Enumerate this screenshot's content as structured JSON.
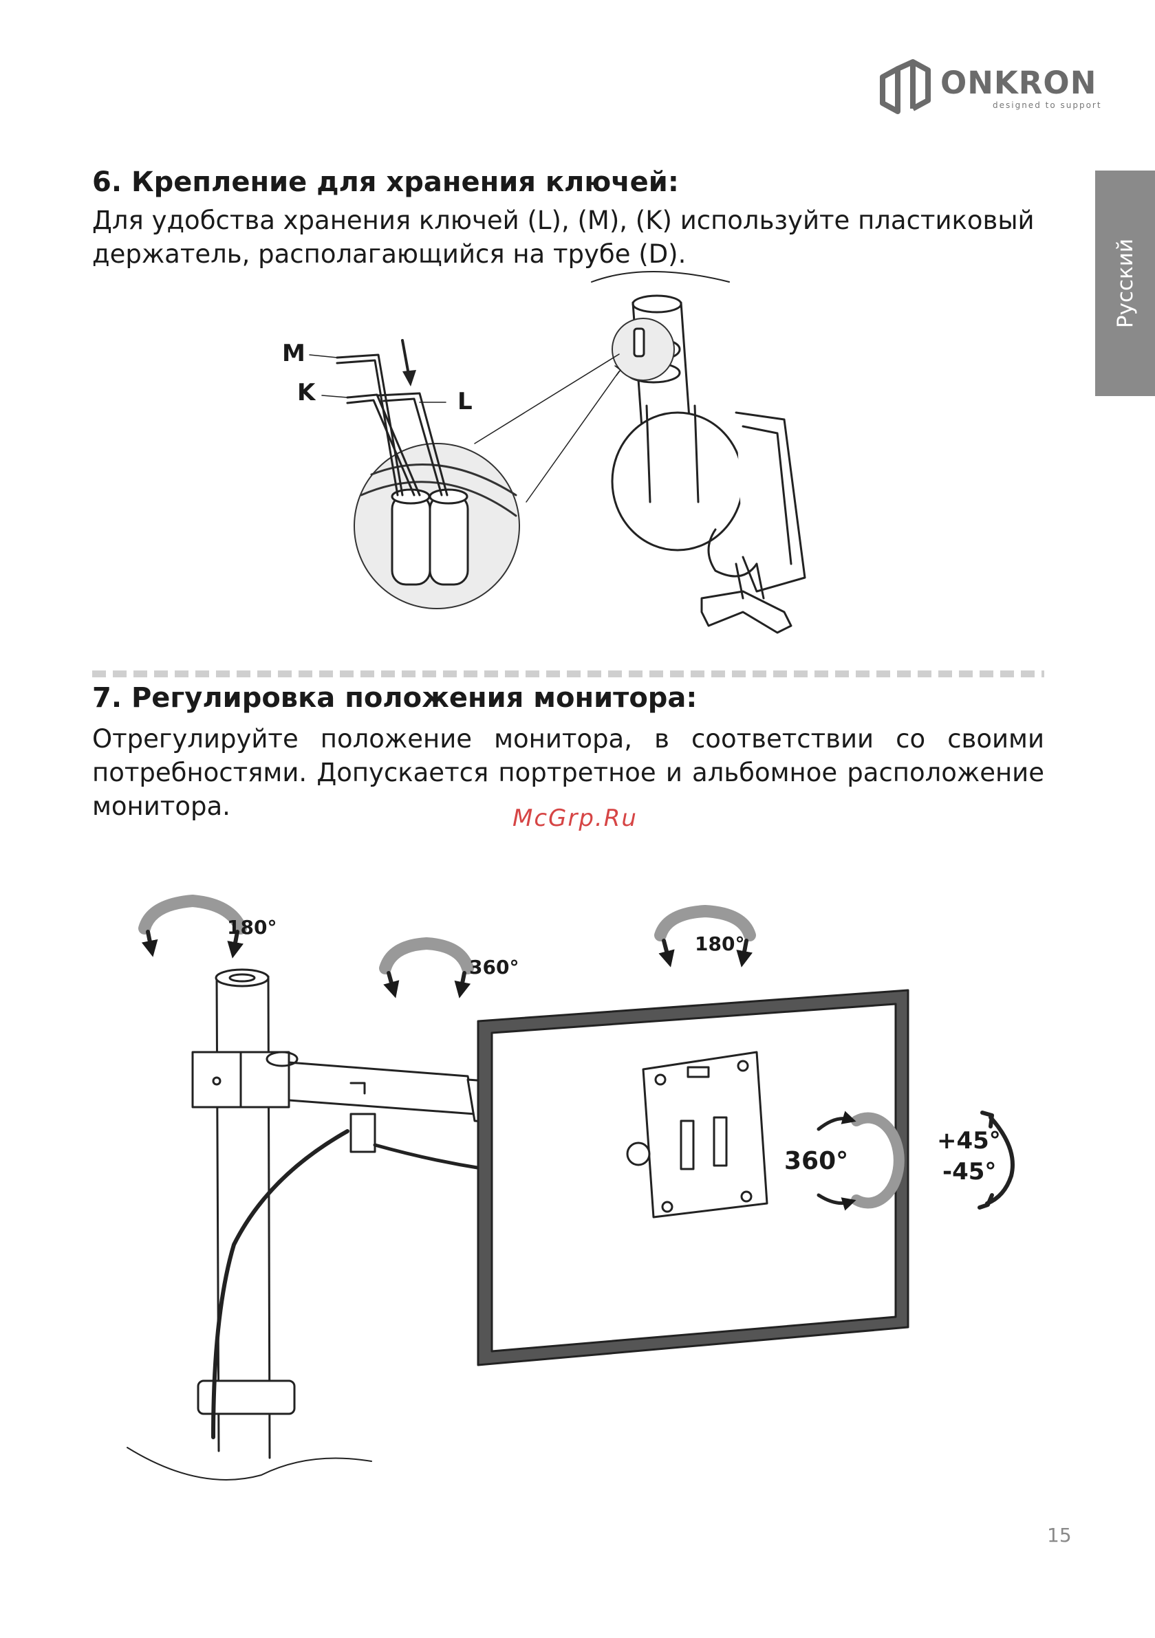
{
  "brand": {
    "name": "ONKRON",
    "tagline": "designed to support"
  },
  "language_tab": "Русский",
  "section6": {
    "heading": "6. Крепление для хранения ключей:",
    "text_line1": "Для удобства хранения ключей (L), (M), (K) используйте пластиковый",
    "text_line2": "держатель, располагающийся на трубе (D).",
    "labels": {
      "m": "M",
      "k": "K",
      "l": "L"
    }
  },
  "section7": {
    "heading": "7. Регулировка положения монитора:",
    "text": "Отрегулируйте положение монитора, в соответствии со своими потребностями. Допускается портретное и альбомное расположение монитора.",
    "rotations": {
      "pole": "180°",
      "arm": "360°",
      "head": "180°",
      "screen": "360°",
      "tilt_up": "+45°",
      "tilt_down": "-45°"
    }
  },
  "watermark": "McGrp.Ru",
  "page_number": "15",
  "colors": {
    "tab_bg": "#8a8a8a",
    "logo_gray": "#6b6b6b",
    "watermark": "#d64545",
    "divider": "#cfcfcf"
  }
}
